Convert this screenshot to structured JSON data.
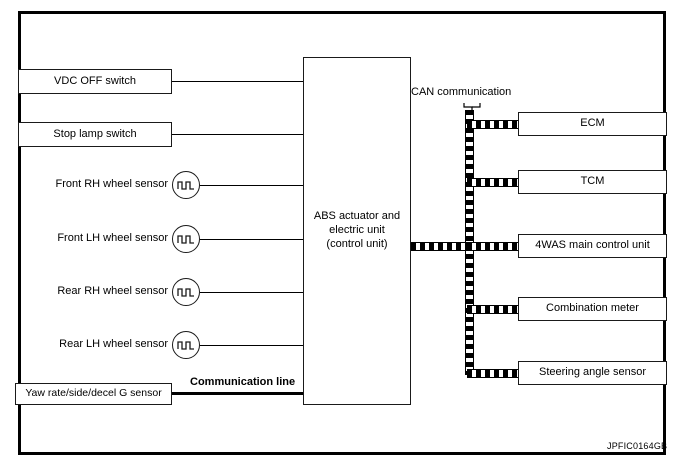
{
  "diagram": {
    "reference_code": "JPFIC0164GB",
    "colors": {
      "line": "#000000",
      "box_border": "#1a1a1a",
      "background": "#ffffff"
    },
    "central_unit": {
      "line1": "ABS actuator and",
      "line2": "electric unit",
      "line3": "(control unit)"
    },
    "left_boxes": [
      {
        "label": "VDC OFF switch"
      },
      {
        "label": "Stop lamp switch"
      }
    ],
    "wheel_sensors": [
      {
        "label": "Front RH wheel sensor",
        "symbol": "square-wave-circle-icon"
      },
      {
        "label": "Front LH wheel sensor",
        "symbol": "square-wave-circle-icon"
      },
      {
        "label": "Rear RH wheel sensor",
        "symbol": "square-wave-circle-icon"
      },
      {
        "label": "Rear LH wheel sensor",
        "symbol": "square-wave-circle-icon"
      }
    ],
    "yaw_sensor": {
      "label": "Yaw rate/side/decel G sensor",
      "line_label": "Communication line"
    },
    "can": {
      "label": "CAN communication",
      "nodes": [
        {
          "label": "ECM"
        },
        {
          "label": "TCM"
        },
        {
          "label": "4WAS main control unit"
        },
        {
          "label": "Combination meter"
        },
        {
          "label": "Steering angle sensor"
        }
      ]
    }
  }
}
